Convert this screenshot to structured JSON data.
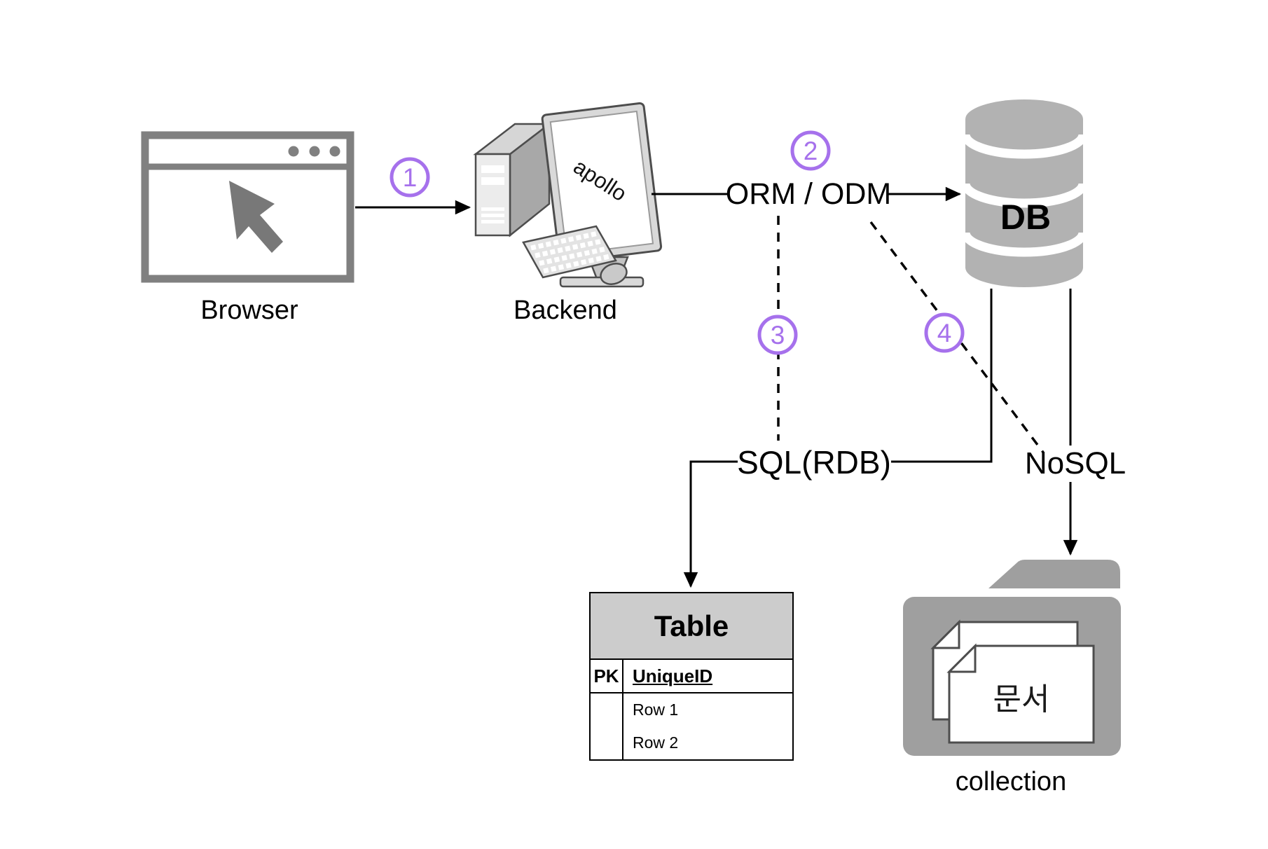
{
  "diagram": {
    "background": "#ffffff",
    "colors": {
      "accent_purple": "#a671ec",
      "line_black": "#000000",
      "db_gray": "#b2b2b2",
      "folder_gray": "#9f9f9f",
      "browser_frame_gray": "#808080",
      "table_header_gray": "#cccccc"
    },
    "nodes": {
      "browser": {
        "label": "Browser"
      },
      "backend": {
        "label": "Backend",
        "screen_text": "apollo"
      },
      "db": {
        "label": "DB"
      },
      "table": {
        "title": "Table",
        "key_column_header": "PK",
        "id_column_header": "UniqueID",
        "rows": [
          "Row 1",
          "Row 2"
        ]
      },
      "collection": {
        "label": "collection",
        "document_label": "문서"
      }
    },
    "edges": {
      "request": {
        "badge": "1"
      },
      "orm": {
        "label": "ORM / ODM",
        "badge": "2"
      },
      "sql": {
        "label": "SQL(RDB)",
        "badge": "3"
      },
      "nosql": {
        "label": "NoSQL",
        "badge": "4"
      }
    }
  }
}
